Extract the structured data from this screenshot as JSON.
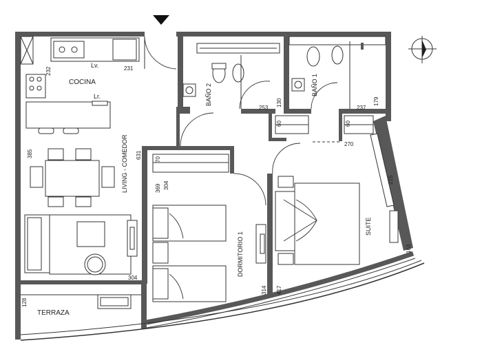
{
  "labels": {
    "cocina": "COCINA",
    "lv": "Lv.",
    "lr": "Lr.",
    "living": "LIVING - COMEDOR",
    "bano2": "BAÑO 2",
    "bano1": "BAÑO 1",
    "dormitorio": "DORMITORIO 1",
    "suite": "SUITE",
    "terraza": "TERRAZA"
  },
  "dimensions": {
    "d232": "232",
    "d231": "231",
    "d385": "385",
    "d631": "631",
    "d253": "253",
    "d130": "130",
    "d237": "237",
    "d179": "179",
    "d60a": "60",
    "d60b": "60",
    "d270": "270",
    "d70": "70",
    "d369": "369",
    "d304a": "304",
    "d215": "215",
    "d304b": "304",
    "d128": "128",
    "d314": "314",
    "d417": "417",
    "d163": "163"
  },
  "icons": {
    "north": "north-compass-icon",
    "entrance": "entrance-arrow-icon"
  }
}
